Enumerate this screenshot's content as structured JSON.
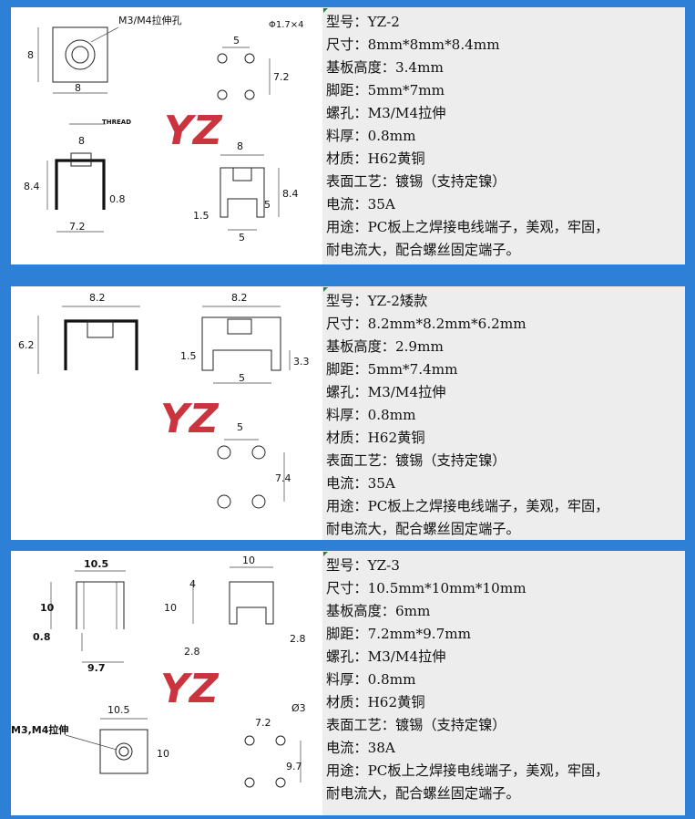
{
  "logo_text": "YZ",
  "products": [
    {
      "drawing_labels": {
        "hole_note": "M3/M4拉伸孔",
        "phi_note": "Φ1.7×4",
        "thread": "THREAD",
        "d8a": "8",
        "d8b": "8",
        "d8c": "8",
        "d8d": "8",
        "d84a": "8.4",
        "d84b": "8.4",
        "d08": "0.8",
        "d72": "7.2",
        "d15": "1.5",
        "d5a": "5",
        "d5b": "5",
        "d5c": "5",
        "d72b": "7.2"
      },
      "specs": [
        "型号：YZ-2",
        "尺寸：8mm*8mm*8.4mm",
        "基板高度：3.4mm",
        "脚距：5mm*7mm",
        "螺孔：M3/M4拉伸",
        "料厚：0.8mm",
        "材质：H62黄铜",
        "表面工艺：镀锡（支持定镍）",
        "电流：35A",
        "用途：PC板上之焊接电线端子，美观，牢固，",
        "耐电流大，配合螺丝固定端子。"
      ]
    },
    {
      "drawing_labels": {
        "d82a": "8.2",
        "d82b": "8.2",
        "d62": "6.2",
        "d15": "1.5",
        "d5a": "5",
        "d33": "3.3",
        "d5b": "5",
        "d74": "7.4"
      },
      "specs": [
        "型号：YZ-2矮款",
        "尺寸：8.2mm*8.2mm*6.2mm",
        "基板高度：2.9mm",
        "脚距：5mm*7.4mm",
        "螺孔：M3/M4拉伸",
        "料厚：0.8mm",
        "材质：H62黄铜",
        "表面工艺：镀锡（支持定镍）",
        "电流：35A",
        "用途：PC板上之焊接电线端子，美观，牢固，",
        "耐电流大，配合螺丝固定端子。"
      ]
    },
    {
      "drawing_labels": {
        "d105a": "10.5",
        "d10a": "10",
        "d08": "0.8",
        "d97": "9.7",
        "d10b": "10",
        "d4": "4",
        "d10c": "10",
        "d28a": "2.8",
        "d28b": "2.8",
        "hole_note": "M3,M4拉伸",
        "d105b": "10.5",
        "d10d": "10",
        "d72": "7.2",
        "phi3": "Ø3",
        "d97b": "9.7"
      },
      "specs": [
        "型号：YZ-3",
        "尺寸：10.5mm*10mm*10mm",
        "基板高度：6mm",
        "脚距：7.2mm*9.7mm",
        "螺孔：M3/M4拉伸",
        "料厚：0.8mm",
        "材质：H62黄铜",
        "表面工艺：镀锡（支持定镍）",
        "电流：38A",
        "用途：PC板上之焊接电线端子，美观，牢固，",
        "耐电流大，配合螺丝固定端子。"
      ]
    }
  ]
}
